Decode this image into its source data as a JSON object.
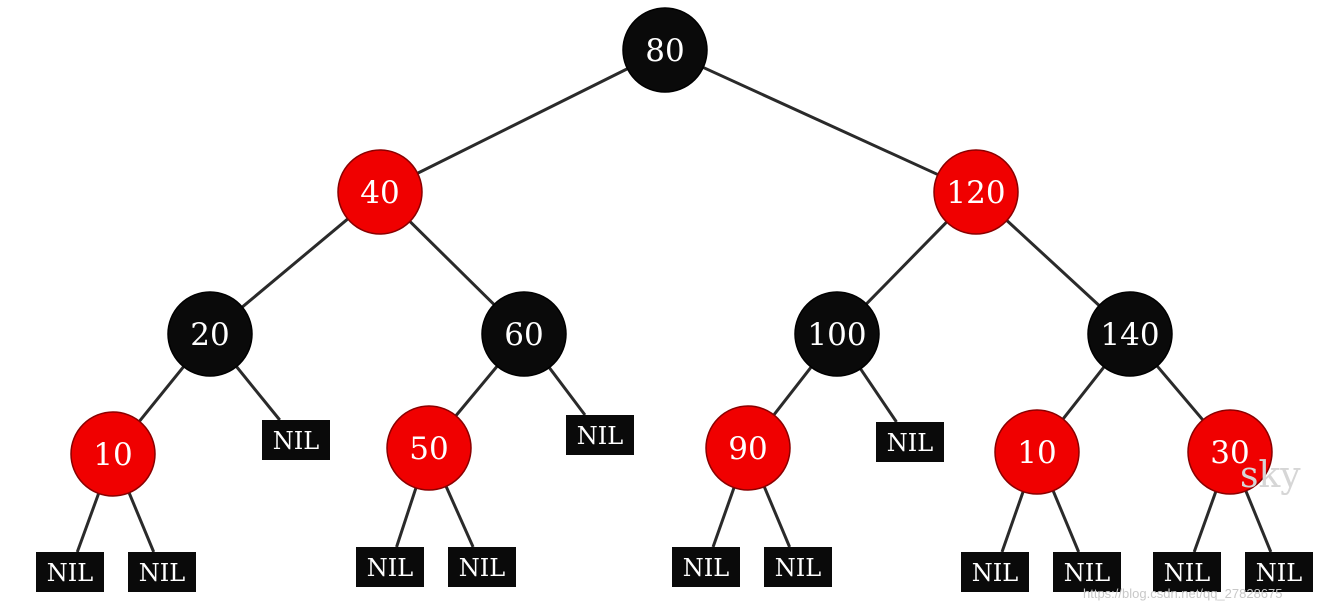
{
  "diagram": {
    "colors": {
      "black": "#0a0a0a",
      "red": "#f00000",
      "edge": "#2a2a2a",
      "text": "#ffffff"
    },
    "nodes": [
      {
        "id": "n80",
        "label": "80",
        "color": "black"
      },
      {
        "id": "n40",
        "label": "40",
        "color": "red"
      },
      {
        "id": "n120",
        "label": "120",
        "color": "red"
      },
      {
        "id": "n20",
        "label": "20",
        "color": "black"
      },
      {
        "id": "n60",
        "label": "60",
        "color": "black"
      },
      {
        "id": "n100",
        "label": "100",
        "color": "black"
      },
      {
        "id": "n140",
        "label": "140",
        "color": "black"
      },
      {
        "id": "n10a",
        "label": "10",
        "color": "red"
      },
      {
        "id": "n50",
        "label": "50",
        "color": "red"
      },
      {
        "id": "n90",
        "label": "90",
        "color": "red"
      },
      {
        "id": "n10b",
        "label": "10",
        "color": "red"
      },
      {
        "id": "n30",
        "label": "30",
        "color": "red"
      }
    ],
    "nil_label": "NIL",
    "nil_leaves": [
      {
        "id": "nil1",
        "parent": "n20"
      },
      {
        "id": "nil2",
        "parent": "n60"
      },
      {
        "id": "nil3",
        "parent": "n100"
      },
      {
        "id": "nil4",
        "parent": "n10a"
      },
      {
        "id": "nil5",
        "parent": "n10a"
      },
      {
        "id": "nil6",
        "parent": "n50"
      },
      {
        "id": "nil7",
        "parent": "n50"
      },
      {
        "id": "nil8",
        "parent": "n90"
      },
      {
        "id": "nil9",
        "parent": "n90"
      },
      {
        "id": "nil10",
        "parent": "n10b"
      },
      {
        "id": "nil11",
        "parent": "n10b"
      },
      {
        "id": "nil12",
        "parent": "n30"
      },
      {
        "id": "nil13",
        "parent": "n30"
      }
    ],
    "edges": [
      [
        "n80",
        "n40"
      ],
      [
        "n80",
        "n120"
      ],
      [
        "n40",
        "n20"
      ],
      [
        "n40",
        "n60"
      ],
      [
        "n120",
        "n100"
      ],
      [
        "n120",
        "n140"
      ],
      [
        "n20",
        "n10a"
      ],
      [
        "n20",
        "nil1"
      ],
      [
        "n60",
        "n50"
      ],
      [
        "n60",
        "nil2"
      ],
      [
        "n100",
        "n90"
      ],
      [
        "n100",
        "nil3"
      ],
      [
        "n140",
        "n10b"
      ],
      [
        "n140",
        "n30"
      ],
      [
        "n10a",
        "nil4"
      ],
      [
        "n10a",
        "nil5"
      ],
      [
        "n50",
        "nil6"
      ],
      [
        "n50",
        "nil7"
      ],
      [
        "n90",
        "nil8"
      ],
      [
        "n90",
        "nil9"
      ],
      [
        "n10b",
        "nil10"
      ],
      [
        "n10b",
        "nil11"
      ],
      [
        "n30",
        "nil12"
      ],
      [
        "n30",
        "nil13"
      ]
    ]
  },
  "watermark": {
    "text": "sky"
  },
  "credit": {
    "text": "https://blog.csdn.net/qq_27828675"
  }
}
